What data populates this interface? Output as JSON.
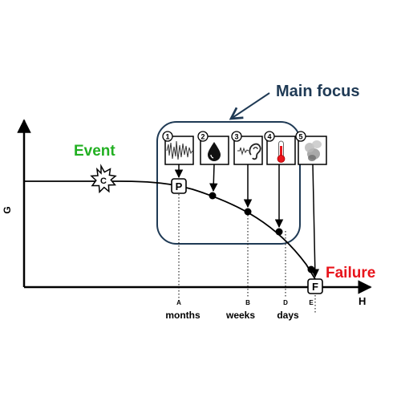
{
  "axes": {
    "y_label": "G",
    "x_label": "H"
  },
  "labels": {
    "main_focus": "Main focus",
    "event": "Event",
    "failure": "Failure",
    "event_marker": "C",
    "p_marker": "P",
    "f_marker": "F"
  },
  "colors": {
    "main_focus": "#1f3a55",
    "event": "#22b022",
    "failure": "#e8141b",
    "box_border": "#1f3a55",
    "thermometer": "#e8141b"
  },
  "stages": [
    {
      "number": "1",
      "icon": "vibration-waveform-icon"
    },
    {
      "number": "2",
      "icon": "oil-drop-icon"
    },
    {
      "number": "3",
      "icon": "ear-sound-icon"
    },
    {
      "number": "4",
      "icon": "thermometer-icon"
    },
    {
      "number": "5",
      "icon": "smoke-icon"
    }
  ],
  "ticks": [
    {
      "letter": "A",
      "time": "months"
    },
    {
      "letter": "B",
      "time": "weeks"
    },
    {
      "letter": "D",
      "time": "days"
    },
    {
      "letter": "E",
      "time": ""
    }
  ]
}
